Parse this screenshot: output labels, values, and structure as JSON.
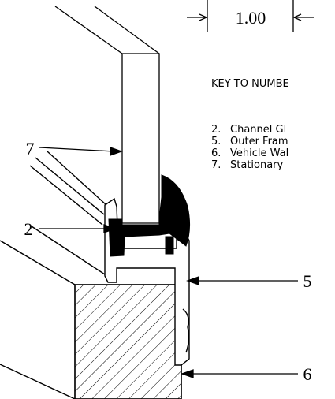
{
  "dimension": {
    "value": "1.00"
  },
  "key": {
    "heading": "KEY TO NUMBE",
    "items": [
      {
        "num": "2.",
        "text": "Channel Gl"
      },
      {
        "num": "5.",
        "text": "Outer Fram"
      },
      {
        "num": "6.",
        "text": "Vehicle Wal"
      },
      {
        "num": "7.",
        "text": "Stationary"
      }
    ]
  },
  "callouts": {
    "c7": "7",
    "c2": "2",
    "c5": "5",
    "c6": "6"
  },
  "colors": {
    "line": "#000000",
    "background": "#ffffff"
  }
}
